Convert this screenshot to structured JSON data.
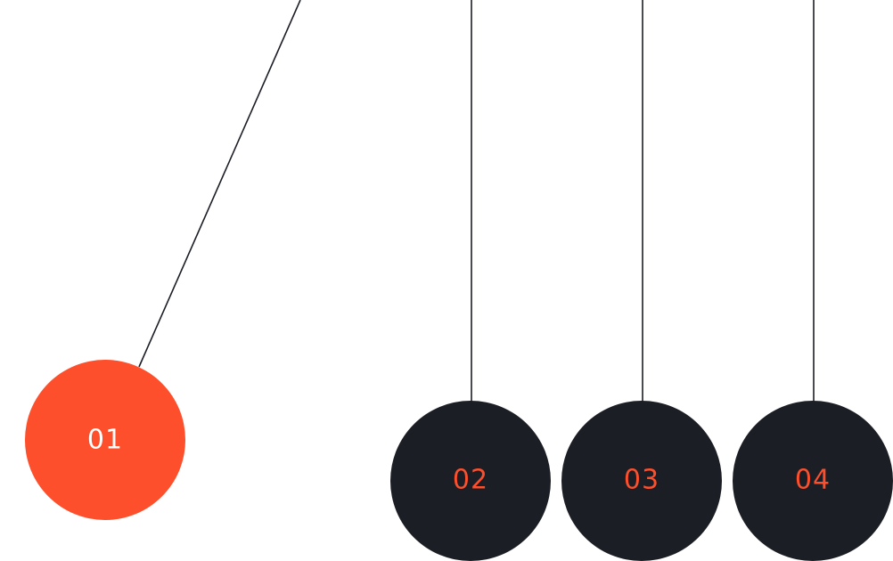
{
  "balls": [
    {
      "label": "01",
      "fill": "#fd4f2b",
      "text_color": "#ffffff"
    },
    {
      "label": "02",
      "fill": "#1c1e26",
      "text_color": "#fd4f2b"
    },
    {
      "label": "03",
      "fill": "#1c1e26",
      "text_color": "#fd4f2b"
    },
    {
      "label": "04",
      "fill": "#1c1e26",
      "text_color": "#fd4f2b"
    }
  ]
}
